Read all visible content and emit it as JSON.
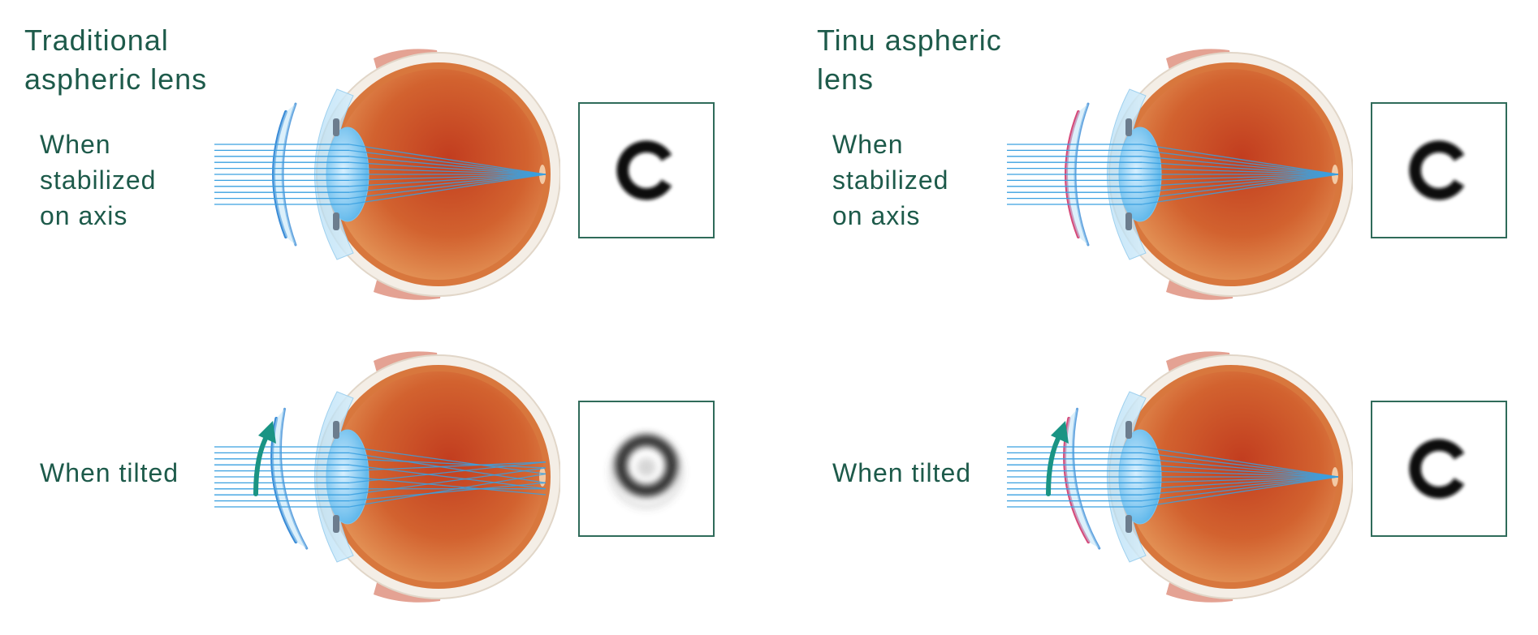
{
  "panels": [
    {
      "heading": "Traditional\naspheric lens",
      "rows": [
        {
          "label": "When\nstabilized\non axis",
          "tilted": false,
          "result": "sharp"
        },
        {
          "label": "When tilted",
          "tilted": true,
          "result": "blurred"
        }
      ]
    },
    {
      "heading": "Tinu aspheric\nlens",
      "rows": [
        {
          "label": "When\nstabilized\non axis",
          "tilted": false,
          "result": "sharp"
        },
        {
          "label": "When tilted",
          "tilted": true,
          "result": "sharp"
        }
      ]
    }
  ],
  "colors": {
    "text": "#1d5a4a",
    "light_rays": "#3aa0e0",
    "traditional_lens": "#3a8bd6",
    "tinu_lens_tint": "#d64a7a",
    "tilt_arrow": "#1a9484",
    "eye_interior": "#c45a2e",
    "box_border": "#2f6b5a"
  },
  "icons": {
    "tilt": "curved-up-arrow-icon",
    "result": "landolt-c-icon"
  }
}
